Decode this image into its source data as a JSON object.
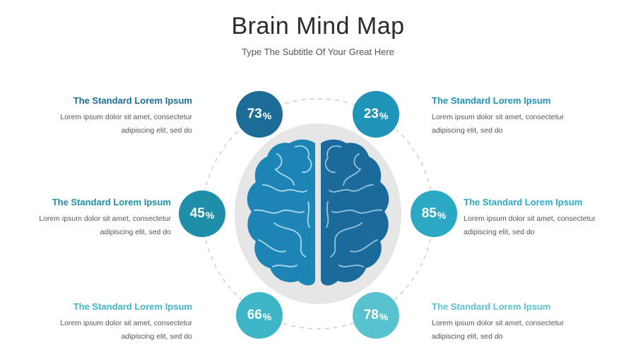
{
  "title": "Brain Mind Map",
  "subtitle": "Type The Subtitle Of Your Great Here",
  "percent_sign": "%",
  "colors": {
    "dark_blue": "#1b6c97",
    "mid_blue": "#1f90b7",
    "teal": "#2aa8c4",
    "light_teal": "#58c3cf",
    "brain_left": "#1d85b5",
    "brain_right": "#1a6a9c",
    "brain_bg": "#e6e6e6",
    "dashed_ring": "#cfcfcf"
  },
  "items": [
    {
      "id": "top-left",
      "value": "73",
      "color": "#1b6c97",
      "heading": "The Standard Lorem Ipsum",
      "heading_color": "#1b6c97",
      "body_line1": "Lorem ipsum dolor sit amet, consectetur",
      "body_line2": "adipiscing elit, sed do"
    },
    {
      "id": "mid-left",
      "value": "45",
      "color": "#1f8ea8",
      "heading": "The Standard Lorem Ipsum",
      "heading_color": "#1f8ea8",
      "body_line1": "Lorem ipsum dolor sit amet, consectetur",
      "body_line2": "adipiscing elit, sed do"
    },
    {
      "id": "bottom-left",
      "value": "66",
      "color": "#3fb6c8",
      "heading": "The Standard Lorem Ipsum",
      "heading_color": "#3fb6c8",
      "body_line1": "Lorem ipsum dolor sit amet, consectetur",
      "body_line2": "adipiscing elit, sed do"
    },
    {
      "id": "top-right",
      "value": "23",
      "color": "#1f94b9",
      "heading": "The Standard Lorem Ipsum",
      "heading_color": "#1f94b9",
      "body_line1": "Lorem ipsum dolor sit amet, consectetur",
      "body_line2": "adipiscing elit, sed do"
    },
    {
      "id": "mid-right",
      "value": "85",
      "color": "#2aa8c4",
      "heading": "The Standard Lorem Ipsum",
      "heading_color": "#2aa8c4",
      "body_line1": "Lorem ipsum dolor sit amet, consectetur",
      "body_line2": "adipiscing elit, sed do"
    },
    {
      "id": "bottom-right",
      "value": "78",
      "color": "#58c3cf",
      "heading": "The Standard Lorem Ipsum",
      "heading_color": "#58c3cf",
      "body_line1": "Lorem ipsum dolor sit amet, consectetur",
      "body_line2": "adipiscing elit, sed do"
    }
  ]
}
